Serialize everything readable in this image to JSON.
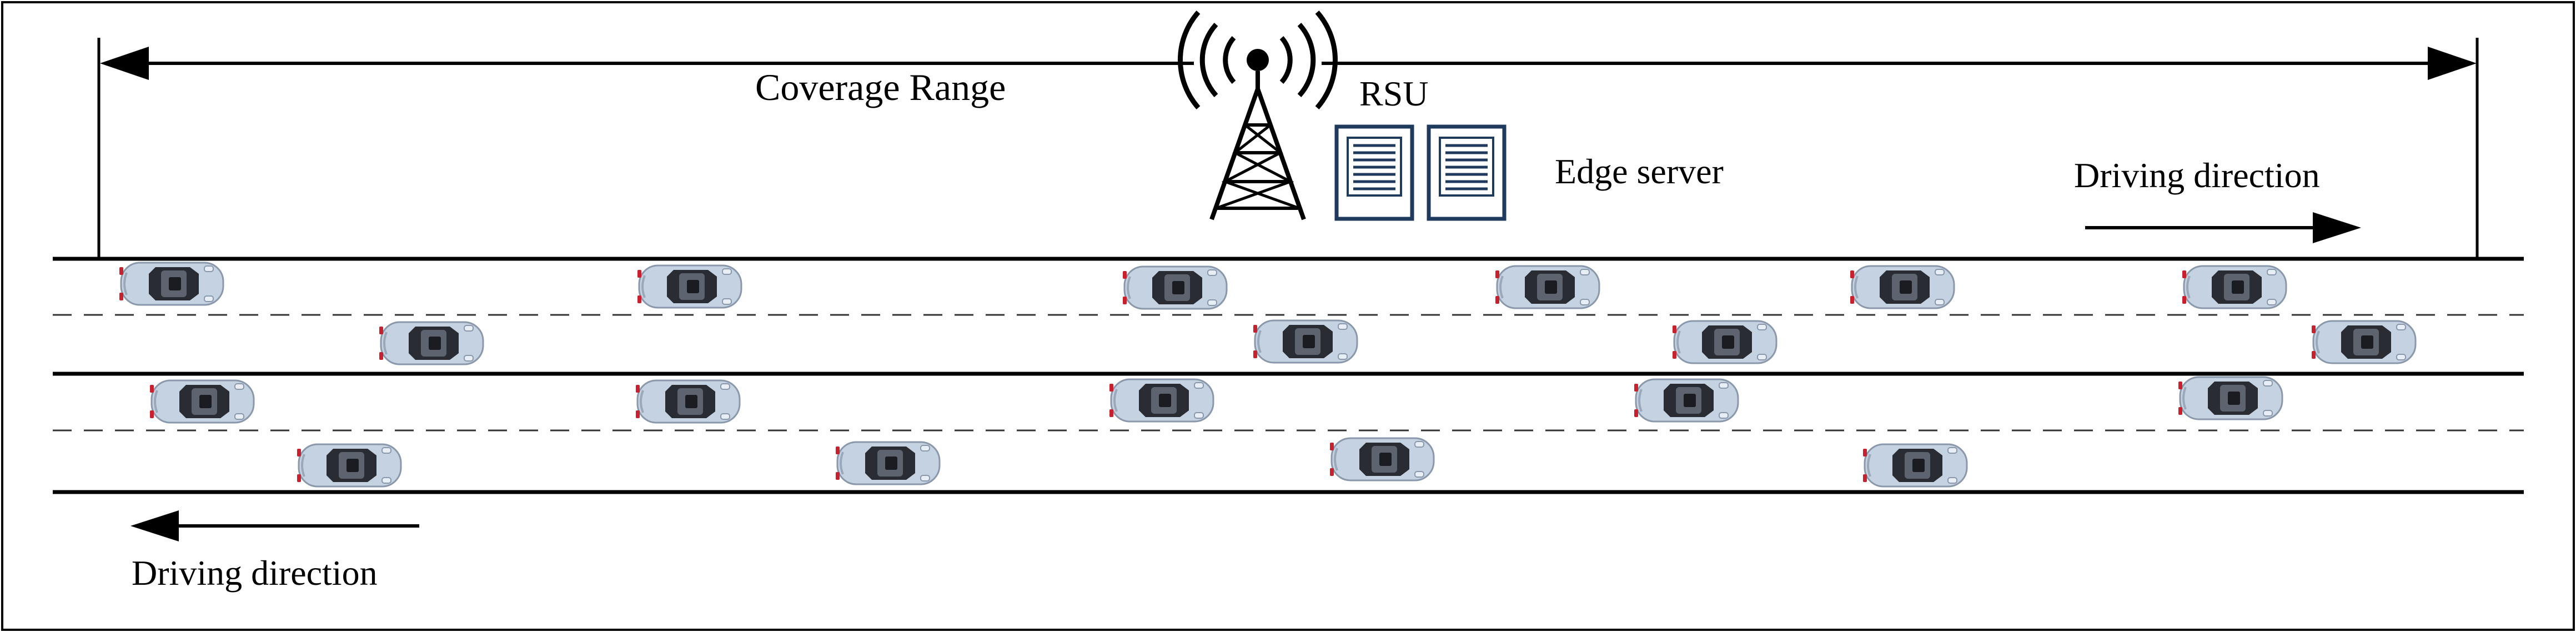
{
  "labels": {
    "coverage_range": "Coverage Range",
    "rsu": "RSU",
    "edge_server": "Edge server",
    "driving_direction_right": "Driving direction",
    "driving_direction_left": "Driving direction"
  },
  "icons": {
    "antenna": "radio-tower-icon",
    "server": "server-rack-icon",
    "car": "car-top-view-icon"
  },
  "colors": {
    "ink": "#000000",
    "server_stroke": "#1f3a5c",
    "car_body": "#c5d2e2",
    "car_window": "#2a2c33",
    "car_taillight": "#c8202c"
  }
}
